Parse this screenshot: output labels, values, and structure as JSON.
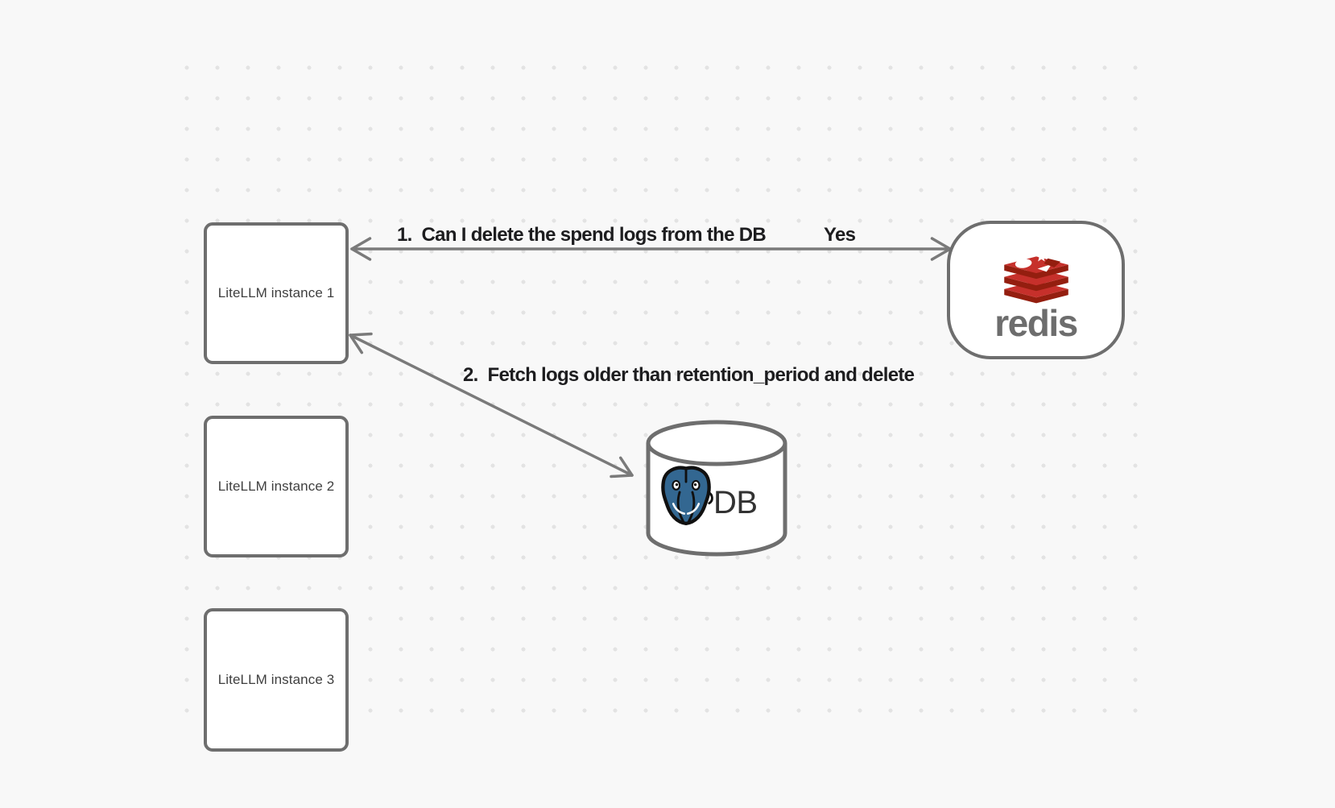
{
  "diagram": {
    "nodes": {
      "instance1": {
        "label": "LiteLLM instance 1"
      },
      "instance2": {
        "label": "LiteLLM instance 2"
      },
      "instance3": {
        "label": "LiteLLM instance 3"
      },
      "redis": {
        "label": "redis",
        "icon": "redis-stack-logo"
      },
      "db": {
        "label": "DB",
        "icon": "postgresql-elephant-logo"
      }
    },
    "edges": {
      "edge1": {
        "label": "1.  Can I delete the spend logs from the DB",
        "response": "Yes",
        "from": "redis",
        "to": "instance1",
        "style": "double-headed"
      },
      "edge2": {
        "label": "2.  Fetch logs older than retention_period and delete",
        "from": "instance1",
        "to": "db",
        "style": "double-headed"
      }
    },
    "colors": {
      "background": "#f8f8f8",
      "grid_dot": "#e3e3e3",
      "shape_stroke": "#6e6e6e",
      "arrow_stroke": "#7a7a7a",
      "edge_label_text": "#1d1d1f",
      "node_label_text": "#3f3f3f",
      "redis_red": "#c6302b",
      "redis_dark_red": "#941e0f",
      "redis_wordmark": "#6d6d6d",
      "postgres_blue": "#336791",
      "db_text": "#333333"
    }
  }
}
